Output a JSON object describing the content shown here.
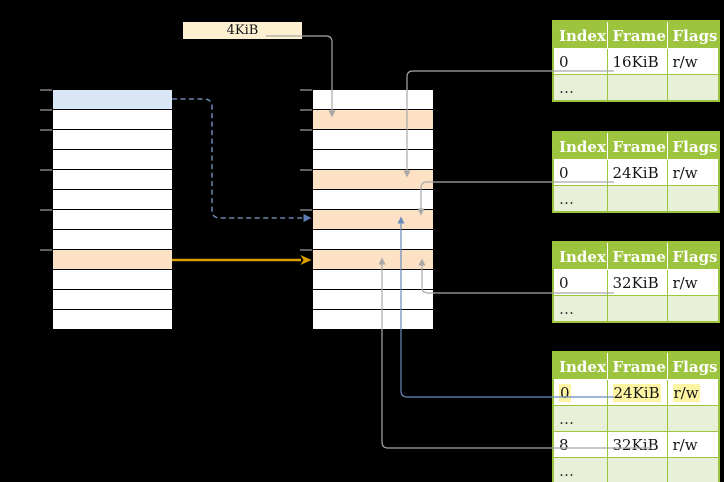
{
  "palette": {
    "background": "#000000",
    "cell_white": "#ffffff",
    "cell_blue": "#d8e6f6",
    "cell_orange": "#fce1c5",
    "label_fill": "#fdf0d0",
    "table_green": "#9cc43e",
    "table_row_green": "#e9f0d8",
    "highlight_yellow": "#fdf5a2",
    "arrow_gray": "#a8a8a8",
    "arrow_blue": "#6a8cbf",
    "arrow_blue_dashed": "#7f9ecf",
    "arrow_orange": "#dc9e00",
    "tick_gray": "#8a8a8a"
  },
  "label": {
    "text": "4KiB"
  },
  "memory": {
    "left_column_rows": [
      "blue",
      "white",
      "white",
      "white",
      "white",
      "white",
      "white",
      "white",
      "orange",
      "white",
      "white",
      "white"
    ],
    "middle_column_rows": [
      "white",
      "orange",
      "white",
      "white",
      "orange",
      "white",
      "orange",
      "white",
      "orange",
      "white",
      "white",
      "white"
    ]
  },
  "tables": {
    "headers": {
      "index": "Index",
      "frame": "Frame",
      "flags": "Flags"
    },
    "list": [
      {
        "name": "page-table-1",
        "rows": [
          {
            "type": "data",
            "highlight": false,
            "cells": [
              "0",
              "16KiB",
              "r/w"
            ]
          },
          {
            "type": "ellipsis",
            "highlight": false,
            "cells": [
              "…",
              "",
              ""
            ]
          }
        ]
      },
      {
        "name": "page-table-2",
        "rows": [
          {
            "type": "data",
            "highlight": false,
            "cells": [
              "0",
              "24KiB",
              "r/w"
            ]
          },
          {
            "type": "ellipsis",
            "highlight": false,
            "cells": [
              "…",
              "",
              ""
            ]
          }
        ]
      },
      {
        "name": "page-table-3",
        "rows": [
          {
            "type": "data",
            "highlight": false,
            "cells": [
              "0",
              "32KiB",
              "r/w"
            ]
          },
          {
            "type": "ellipsis",
            "highlight": false,
            "cells": [
              "…",
              "",
              ""
            ]
          }
        ]
      },
      {
        "name": "page-table-4",
        "rows": [
          {
            "type": "data",
            "highlight": true,
            "cells": [
              "0",
              "24KiB",
              "r/w"
            ]
          },
          {
            "type": "ellipsis",
            "highlight": false,
            "cells": [
              "…",
              "",
              ""
            ]
          },
          {
            "type": "data",
            "highlight": false,
            "cells": [
              "8",
              "32KiB",
              "r/w"
            ]
          },
          {
            "type": "ellipsis",
            "highlight": false,
            "cells": [
              "…",
              "",
              ""
            ]
          }
        ]
      }
    ]
  },
  "arrows": [
    {
      "name": "label-pointer-arrow",
      "from": "4KiB-label",
      "to": "middle-column-frame-2",
      "color": "gray",
      "style": "solid"
    },
    {
      "name": "table1-frame-pointer-arrow",
      "from": "page-table-1-frame-16KiB",
      "to": "middle-column-frame-5",
      "color": "gray",
      "style": "solid"
    },
    {
      "name": "table2-frame-pointer-arrow",
      "from": "page-table-2-frame-24KiB",
      "to": "middle-column-frame-7",
      "color": "gray",
      "style": "solid"
    },
    {
      "name": "table3-frame-pointer-arrow",
      "from": "page-table-3-frame-32KiB",
      "to": "middle-column-frame-9",
      "color": "gray",
      "style": "solid"
    },
    {
      "name": "table4-frame0-pointer-arrow",
      "from": "page-table-4-frame-24KiB",
      "to": "middle-column-frame-7",
      "color": "blue",
      "style": "solid"
    },
    {
      "name": "table4-frame8-pointer-arrow",
      "from": "page-table-4-frame-32KiB",
      "to": "middle-column-frame-9",
      "color": "gray",
      "style": "solid"
    },
    {
      "name": "virtual-to-table-dashed-arrow",
      "from": "left-column-row-1",
      "to": "middle-column-frame-7",
      "color": "blue",
      "style": "dashed"
    },
    {
      "name": "virtual-to-physical-arrow",
      "from": "left-column-row-9",
      "to": "middle-column-frame-9",
      "color": "orange",
      "style": "solid"
    }
  ]
}
